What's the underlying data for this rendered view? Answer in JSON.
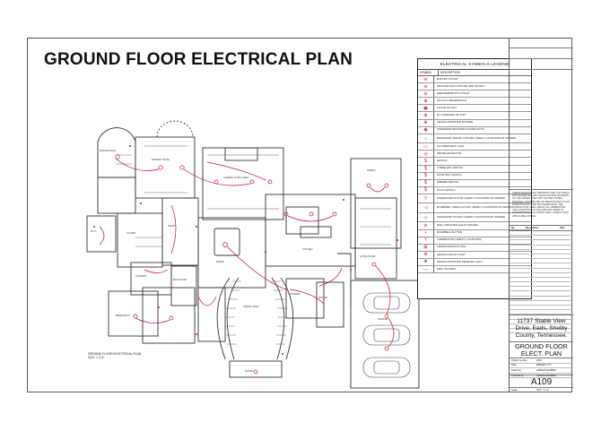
{
  "title": "GROUND FLOOR ELECTRICAL PLAN",
  "legend": {
    "title": "ELECTRICAL SYMBOLS LEGEND",
    "col_symbol": "SYMBOL",
    "col_desc": "DESCRIPTION",
    "items": [
      {
        "symbol": "⊖",
        "desc": "DUPLEX OUTLET"
      },
      {
        "symbol": "⊖",
        "desc": "GROUND FAULT PROTECTED OUTLET"
      },
      {
        "symbol": "⊖",
        "desc": "WEATHERPROOF OUTLET"
      },
      {
        "symbol": "⊕",
        "desc": "220 VOLT RECEPTACLE"
      },
      {
        "symbol": "▣",
        "desc": "FLOOR OUTLET"
      },
      {
        "symbol": "⊕",
        "desc": "EV CHARGING OUTLET"
      },
      {
        "symbol": "⊗",
        "desc": "CEILING MOUNTED FIXTURE"
      },
      {
        "symbol": "◉",
        "desc": "OVERHEAD MOUNTED FLOODLIGHTS"
      },
      {
        "symbol": "○",
        "desc": "RECESSED CEILING FIXTURE (VERIFY LOCATIONS W/ OWNER)",
        "tall": true
      },
      {
        "symbol": "▭",
        "desc": "FLUORESCENT LIGHT"
      },
      {
        "symbol": "◎",
        "desc": "SMOKE DETECTOR"
      },
      {
        "symbol": "$",
        "desc": "SWITCH"
      },
      {
        "symbol": "$",
        "desc": "THREE-WAY SWITCH"
      },
      {
        "symbol": "$",
        "desc": "FOUR-WAY SWITCH"
      },
      {
        "symbol": "$",
        "desc": "DIMMER SWITCH"
      },
      {
        "symbol": "$",
        "desc": "PILOT SWITCH"
      },
      {
        "symbol": "▽",
        "desc": "TELEPHONE OUTLET (VERIFY LOCATIONS W/ OWNER)",
        "tall": true
      },
      {
        "symbol": "◁",
        "desc": "ETHERNET CABLE OUTLET (VERIFY LOCATIONS W/ OWNER)",
        "tall": true
      },
      {
        "symbol": "◇",
        "desc": "TELEVISION OUTLET (VERIFY LOCATIONS W/ OWNER)",
        "tall": true
      },
      {
        "symbol": "⊘",
        "desc": "WALL MOUNTED LIGHT FIXTURE"
      },
      {
        "symbol": "•",
        "desc": "DOORBELL BUTTON"
      },
      {
        "symbol": "⊤",
        "desc": "THERMOSTAT (VERIFY LOCATIONS)"
      },
      {
        "symbol": "⊠",
        "desc": "CEILING EXHAUST FAN"
      },
      {
        "symbol": "⊛",
        "desc": "CEILING FAN W/ LIGHT"
      },
      {
        "symbol": "⊗",
        "desc": "CEILING MOUNTED PENDANT LIGHT"
      },
      {
        "symbol": "—",
        "desc": "WALL SCONCE"
      }
    ]
  },
  "notes": "THESE DESIGNS AND DRAWINGS ARE COPYRIGHT PROTECTED AND ARE THE EXCLUSIVE PROPERTY OF THE OWNER. THEY MAY NOT BE COPIED, MODIFIED, DISTRIBUTED OR REPRODUCED IN ANY FORM WITHOUT WRITTEN PERMISSION. THE CONTRACTOR SHALL VERIFY ALL DIMENSIONS AND CONDITIONS AT THE JOB SITE PRIOR TO CONSTRUCTION. ALL WORK SHALL COMPLY WITH APPLICABLE CODES.",
  "revisions": {
    "col_no": "No.",
    "col_desc": "Description",
    "col_date": "Date"
  },
  "address": [
    "11737 Stable View",
    "Drive, Eads, Shelby",
    "County, Tennessee."
  ],
  "sheet_title": [
    "GROUND FLOOR",
    "ELECT. PLAN"
  ],
  "project_info": [
    {
      "k": "Project number",
      "v": "2022"
    },
    {
      "k": "Date",
      "v": "MM/DD/YYYY"
    },
    {
      "k": "Drawn by",
      "v": "AMMAR SHABBIR"
    },
    {
      "k": "Checked by",
      "v": "AMMAR SHABBIR"
    }
  ],
  "sheet_number": "A109",
  "scale_label": "Scale",
  "scale_value": "3/16\" = 1'-0\"",
  "caption": [
    "GROUND FLOOR ELECTRICAL PLAN",
    "3/16\" = 1'-0\""
  ],
  "rooms": {
    "master_suite": "PRIMARY SUITE",
    "master_bath": "MASTER BATH",
    "closet": "CLOSET",
    "wic": "W.I.C.",
    "garden_living": "GARDEN LIVING AREA",
    "kitchen": "KITCHEN",
    "dining": "DINING",
    "living": "LIVING ROOM",
    "porch": "PORCH",
    "study": "STUDY",
    "laundry": "LAUNDRY",
    "mudroom": "MUD ROOM",
    "stair": "GRAND STAIR",
    "foyer": "FOYER",
    "bedroom": "BEDROOM 2",
    "garage": "GARAGE",
    "powder": "POWDER",
    "pantry": "PANTRY"
  }
}
